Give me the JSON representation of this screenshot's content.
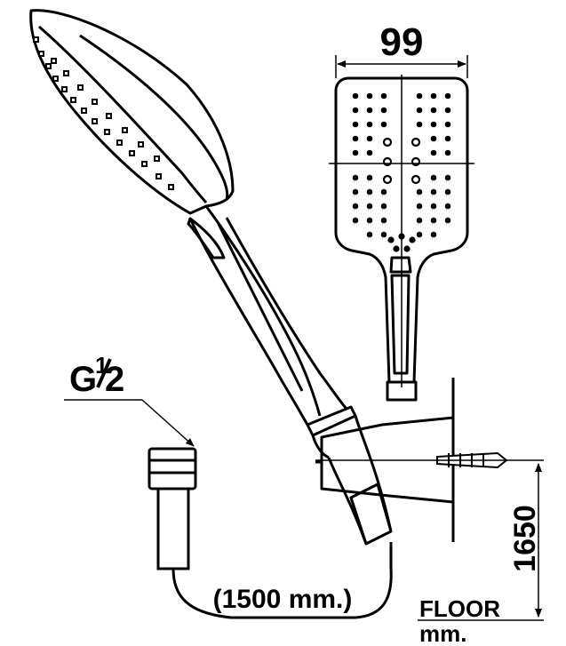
{
  "drawing": {
    "width_dimension": "99",
    "thread_label_prefix": "G",
    "thread_label_num": "1",
    "thread_label_den": "2",
    "hose_length_label": "(1500 mm.)",
    "height_dimension": "1650",
    "floor_label": "FLOOR",
    "unit_label": "mm."
  }
}
